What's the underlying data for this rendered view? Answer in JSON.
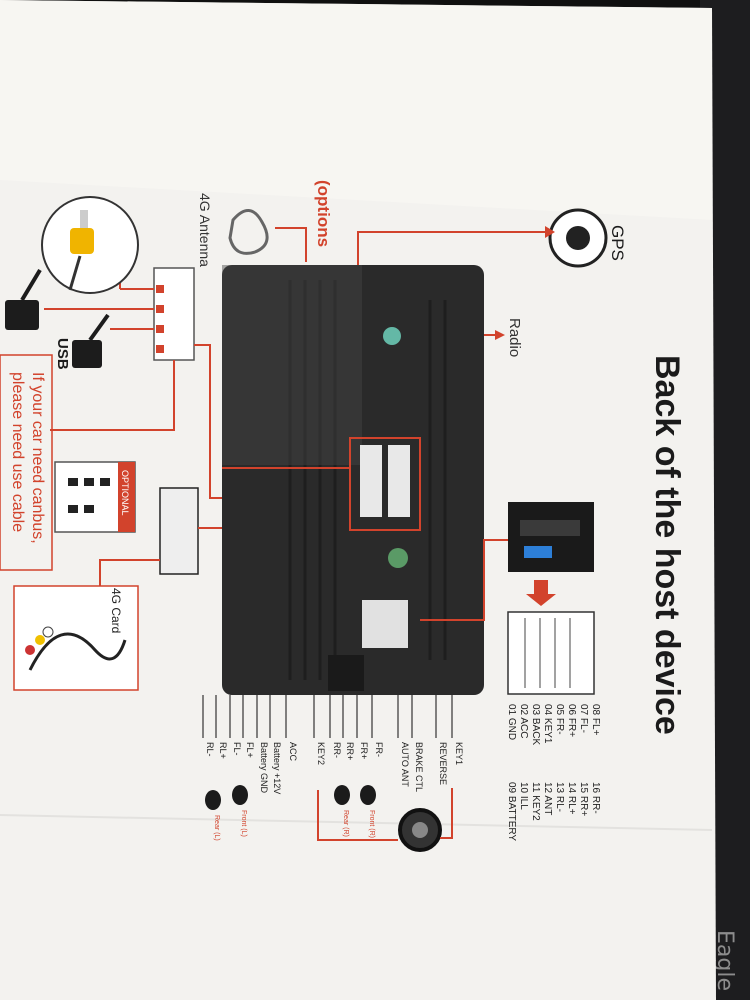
{
  "diagram": {
    "title": "Back of the host device",
    "gps_label": "GPS",
    "radio_label": "Radio",
    "antenna_label": "4G Antenna",
    "options_label": "(options",
    "usb_label": "USB",
    "optional_badge": "OPTIONAL",
    "card_label": "4G Card",
    "canbus_note_line1": "If your car need canbus,",
    "canbus_note_line2": "please need use cable",
    "pinout_left": [
      "08 FL+",
      "07 FL-",
      "06 FR+",
      "05 FR-",
      "04 KEY1",
      "03 BACK",
      "02 ACC",
      "01 GND"
    ],
    "pinout_right": [
      "16 RR-",
      "15 RR+",
      "14 RL+",
      "13 RL-",
      "12 ANT",
      "11 KEY2",
      "10 ILL",
      "09 BATTERY"
    ],
    "harness_wires": [
      "KEY1",
      "REVERSE",
      "BRAKE CTL",
      "AUTO ANT",
      "FR-",
      "FR+",
      "RR+",
      "RR-",
      "KEY2",
      "ACC",
      "Battery +12V",
      "Battery GND",
      "FL+",
      "FL-",
      "RL+",
      "RL-"
    ],
    "speaker_labels": [
      "Front (R)",
      "Rear (R)",
      "Front (L)",
      "Rear (L)"
    ],
    "brand_fragment": "Eagle"
  },
  "colors": {
    "paper": "#f3f2ef",
    "accent_red": "#d2432c",
    "unit_dark": "#2a2a2a"
  }
}
